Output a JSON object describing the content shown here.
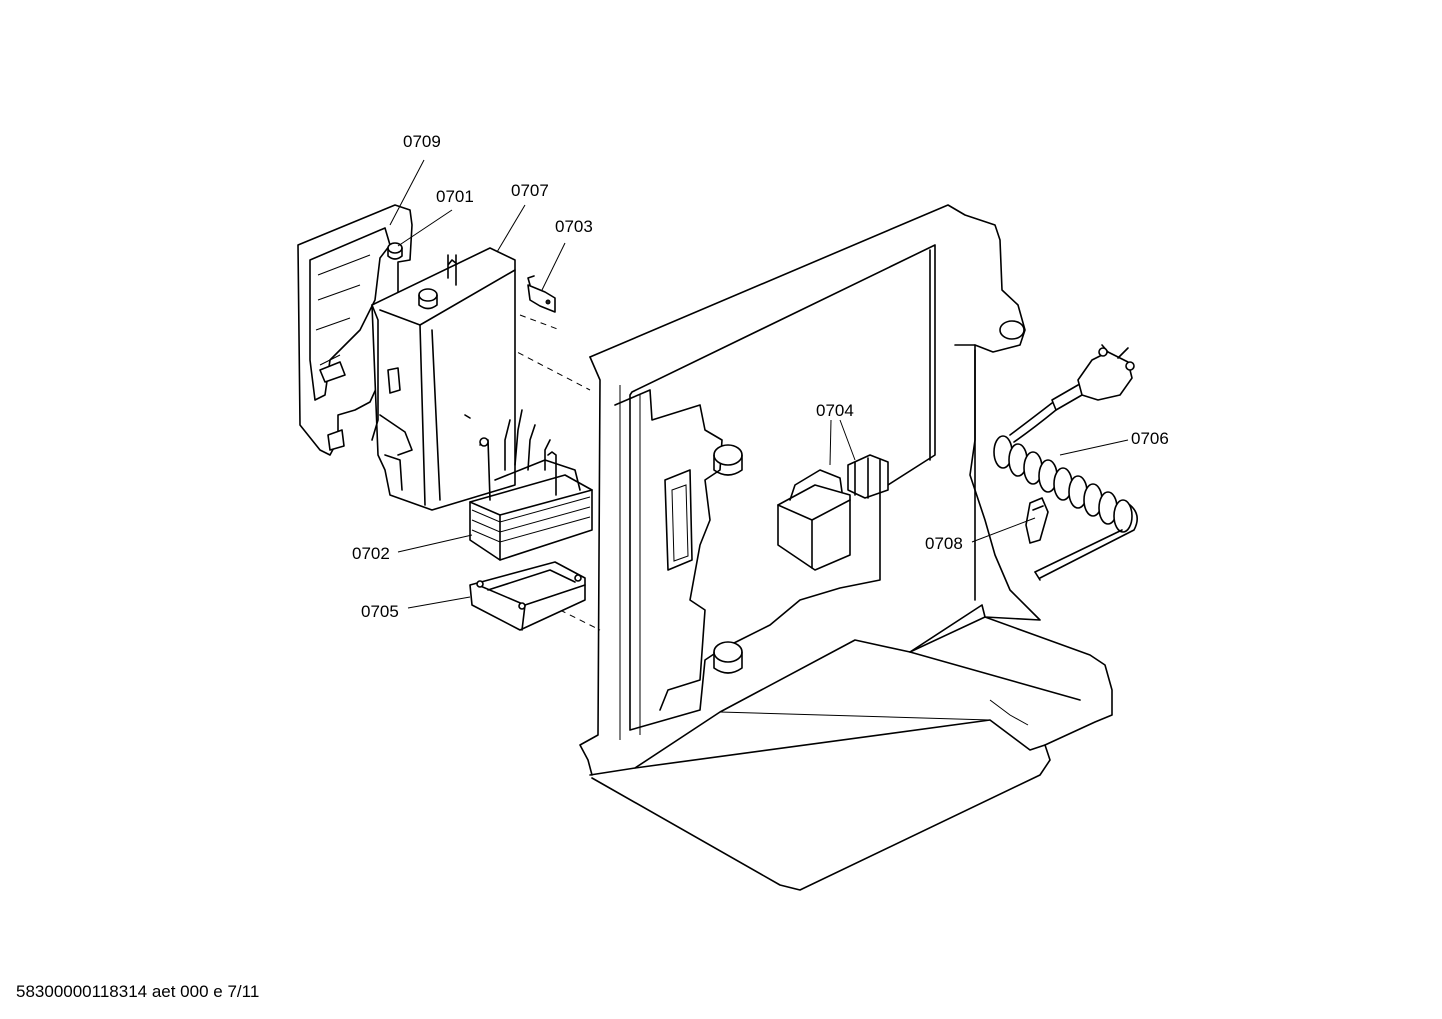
{
  "callouts": {
    "c0709": "0709",
    "c0701": "0701",
    "c0707": "0707",
    "c0703": "0703",
    "c0704": "0704",
    "c0706": "0706",
    "c0708": "0708",
    "c0702": "0702",
    "c0705": "0705"
  },
  "footer": "58300000118314 aet 000 e 7/11"
}
